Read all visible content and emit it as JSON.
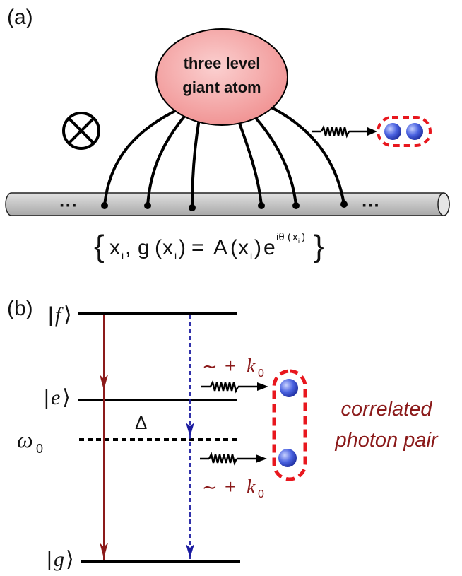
{
  "panel_a": {
    "label": "(a)",
    "atom_line1": "three level",
    "atom_line2": "giant atom",
    "dots_left": "···",
    "dots_right": "···",
    "formula": {
      "open": "{",
      "x": "x",
      "i": "i",
      "comma": ",",
      "g": "g",
      "lp": "(",
      "rp": ")",
      "eq": "=",
      "A": "A",
      "e": "e",
      "exp": "iθ",
      "close": "}"
    }
  },
  "panel_b": {
    "label": "(b)",
    "level_f": {
      "bar": "|",
      "sym": "f",
      "angle": "⟩"
    },
    "level_e": {
      "bar": "|",
      "sym": "e",
      "angle": "⟩"
    },
    "level_g": {
      "bar": "|",
      "sym": "g",
      "angle": "⟩"
    },
    "omega": "ω",
    "omega_sub": "0",
    "delta": "Δ",
    "k_upper": {
      "tilde": "∼",
      "plus": "+",
      "k": "k",
      "sub": "0"
    },
    "k_lower": {
      "tilde": "∼",
      "plus": "+",
      "k": "k",
      "sub": "0"
    },
    "correlated_line1": "correlated",
    "correlated_line2": "photon pair"
  },
  "colors": {
    "atom_fill": "#f4a3a3",
    "dark_red": "#8b1a1a",
    "blue_dash": "#1a1aa0",
    "photon_blue": "#4a62e0",
    "dashed_red": "#e8171e",
    "waveguide": "#cccccc"
  }
}
